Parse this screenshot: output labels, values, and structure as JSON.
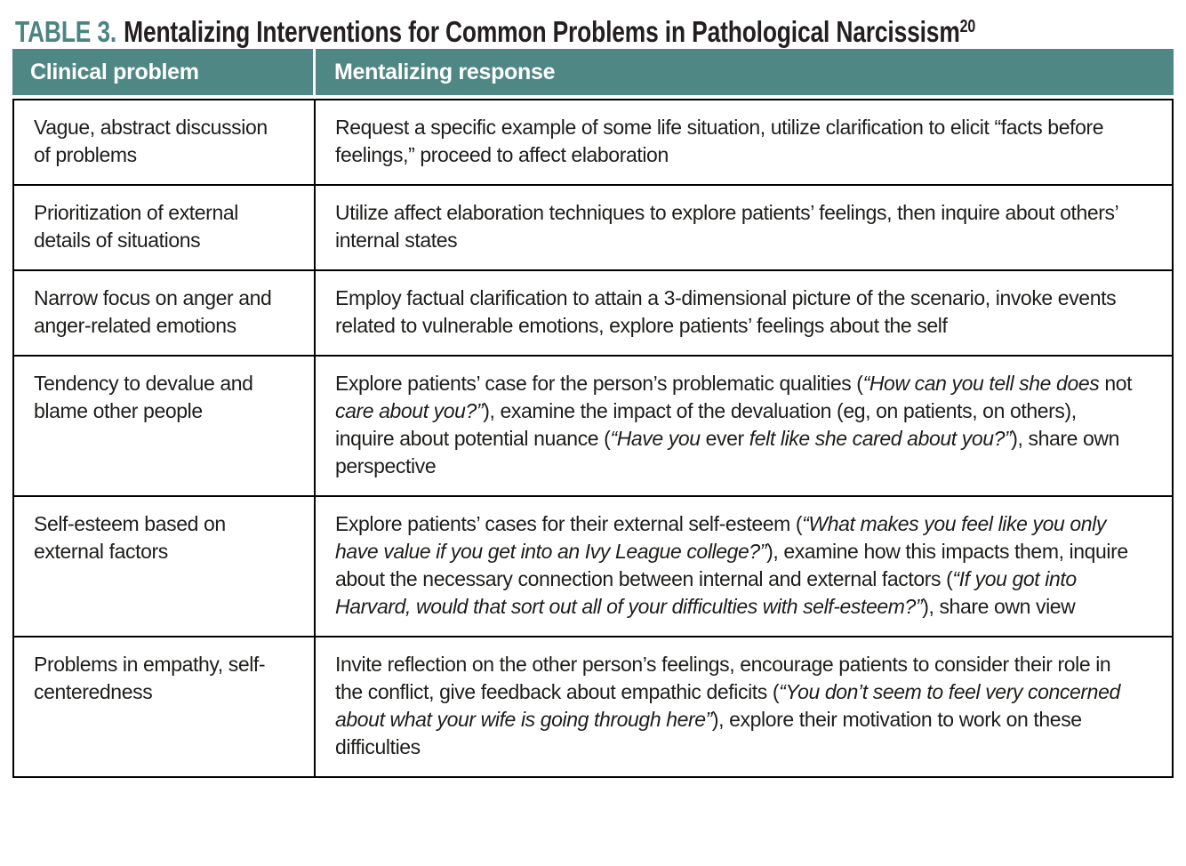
{
  "title": {
    "label": "TABLE 3.",
    "text": "Mentalizing Interventions for Common Problems in Pathological Narcissism",
    "superscript": "20"
  },
  "colors": {
    "header_bg": "#4F8785",
    "title_accent": "#4C8482",
    "header_text": "#FFFFFF",
    "body_text": "#1D1D1B",
    "border": "#000000"
  },
  "table": {
    "headers": [
      "Clinical problem",
      "Mentalizing response"
    ],
    "rows": [
      {
        "problem": "Vague, abstract discussion of problems",
        "response": [
          {
            "t": "Request a specific example of some life situation, utilize clarification to elicit “facts before feelings,” proceed to affect elaboration",
            "i": false
          }
        ]
      },
      {
        "problem": "Prioritization of external details of situations",
        "response": [
          {
            "t": "Utilize affect elaboration techniques to explore patients’ feelings, then inquire about others’ internal states",
            "i": false
          }
        ]
      },
      {
        "problem": "Narrow focus on anger and anger-related emotions",
        "response": [
          {
            "t": "Employ factual clarification to attain a 3-dimensional picture of the scenario, invoke events related to vulnerable emotions, explore patients’ feelings about the self",
            "i": false
          }
        ]
      },
      {
        "problem": "Tendency to devalue and blame other people",
        "response": [
          {
            "t": "Explore patients’ case for the person’s problematic qualities (",
            "i": false
          },
          {
            "t": "“How can you tell she does ",
            "i": true
          },
          {
            "t": "not",
            "i": false
          },
          {
            "t": " care about you?”",
            "i": true
          },
          {
            "t": "), examine the impact of the devaluation (eg, on patients, on others), inquire about potential nuance (",
            "i": false
          },
          {
            "t": "“Have you ",
            "i": true
          },
          {
            "t": "ever",
            "i": false
          },
          {
            "t": " felt like she cared about you?”",
            "i": true
          },
          {
            "t": "), share own perspective",
            "i": false
          }
        ]
      },
      {
        "problem": "Self-esteem based on external factors",
        "response": [
          {
            "t": "Explore patients’ cases for their external self-esteem (",
            "i": false
          },
          {
            "t": "“What makes you feel like you only have value if you get into an Ivy League college?”",
            "i": true
          },
          {
            "t": "), examine how this impacts them, inquire about the necessary connection between internal and external factors (",
            "i": false
          },
          {
            "t": "“If you got into Harvard, would that sort out all of your difficulties with self-esteem?”",
            "i": true
          },
          {
            "t": "), share own view",
            "i": false
          }
        ]
      },
      {
        "problem": "Problems in empathy, self-centeredness",
        "response": [
          {
            "t": "Invite reflection on the other person’s feelings, encourage patients to consider their role in the conflict, give feedback about empathic deficits (",
            "i": false
          },
          {
            "t": "“You don’t seem to feel very concerned about what your wife is going through here”",
            "i": true
          },
          {
            "t": "), explore their motivation to work on these difficulties",
            "i": false
          }
        ]
      }
    ]
  }
}
